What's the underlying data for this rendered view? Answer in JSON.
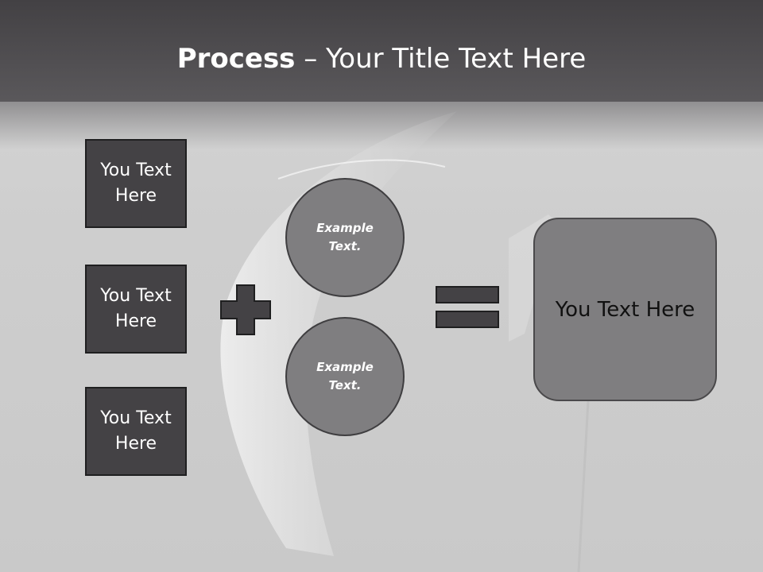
{
  "slide": {
    "title_bold": "Process",
    "title_rest": " – Your Title Text Here",
    "inputs": [
      {
        "label": "You Text Here"
      },
      {
        "label": "You Text Here"
      },
      {
        "label": "You Text Here"
      }
    ],
    "circles": [
      {
        "label": "Example Text."
      },
      {
        "label": "Example Text."
      }
    ],
    "result": {
      "label": "You Text Here"
    },
    "operators": {
      "plus": "plus-icon",
      "equals": "equals-icon"
    }
  },
  "colors": {
    "title_bar": "#434144",
    "box_fill": "#444245",
    "circle_fill": "#7f7e80",
    "result_fill": "#7f7e80",
    "operator_fill": "#444245"
  }
}
